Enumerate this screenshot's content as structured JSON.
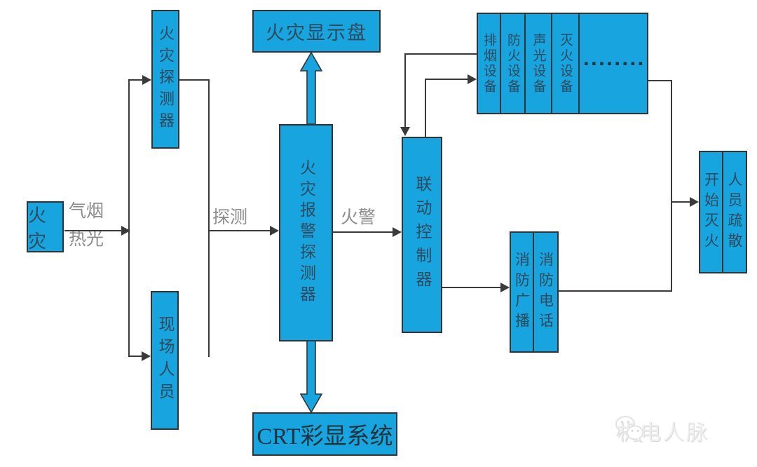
{
  "diagram": {
    "nodes": {
      "fire": {
        "label": "火灾"
      },
      "fire_detector": {
        "label": "火灾探测器"
      },
      "onsite_personnel": {
        "label": "现场人员"
      },
      "fire_display_panel": {
        "label": "火灾显示盘"
      },
      "fire_alarm_detector": {
        "label": "火灾报警探测器"
      },
      "crt_display_system": {
        "label": "CRT彩显系统"
      },
      "linkage_controller": {
        "label": "联动控制器"
      },
      "equipment_cells": [
        "排烟设备",
        "防火设备",
        "声光设备",
        "灭火设备",
        "▪▪▪▪▪▪▪▪"
      ],
      "fire_broadcast": {
        "label": "消防广播"
      },
      "fire_telephone": {
        "label": "消防电话"
      },
      "start_extinguishing": {
        "label": "开始灭火"
      },
      "personnel_evacuation": {
        "label": "人员疏散"
      }
    },
    "edge_labels": {
      "gas_smoke_heat_light": "气烟\n热光",
      "detect": "探测",
      "fire_alert": "火警"
    },
    "colors": {
      "node_fill": "#17A4DF",
      "node_border": "#333333",
      "node_text": "#2E4A5C",
      "connector": "#3A3A3A",
      "edge_label_text": "#8C8C8C",
      "watermark_text": "#EDEDED"
    },
    "watermark": {
      "text": "机电人脉"
    }
  }
}
